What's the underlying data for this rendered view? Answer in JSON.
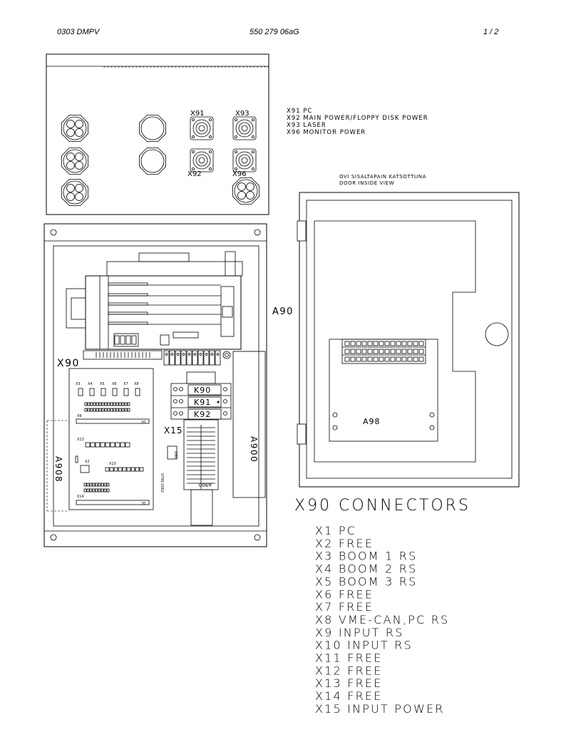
{
  "header": {
    "left": "0303 DMPV",
    "center": "550 279 06aG",
    "right": "1 /  2"
  },
  "top_panel": {
    "x91_label": "X91",
    "x93_label": "X93",
    "x92_label": "X92",
    "x96_label": "X96",
    "legend": [
      "X91  PC",
      "X92  MAIN POWER/FLOPPY DISK POWER",
      "X93  LASER",
      "X96  MONITOR POWER"
    ]
  },
  "door": {
    "caption_fi": "OVI SISALTAPAIN KATSOTTUNA",
    "caption_en": "DOOR INSIDE VIEW",
    "a98_label": "A98"
  },
  "cabinet": {
    "x90_label": "X90",
    "a90_label": "A90",
    "a900_label": "A900",
    "a908_label": "A908",
    "x15_label": "X15",
    "k90_label": "K90",
    "k91_label": "K91",
    "k92_label": "K92",
    "board_labels": [
      "X3",
      "X4",
      "X5",
      "X6",
      "X7",
      "X8"
    ],
    "x9_label": "X9",
    "x13_label": "X13",
    "x2_label": "X2",
    "x10_label": "X10",
    "x14_label": "X14",
    "row20a": "20",
    "row20b": "20",
    "rail_text": "A900",
    "small_tag": "Q90",
    "small_serial": "0790.2062"
  },
  "connectors": {
    "title": "X90  CONNECTORS",
    "items": [
      "X1  PC",
      "X2  FREE",
      "X3  BOOM 1 RS",
      "X4  BOOM 2 RS",
      "X5  BOOM 3 RS",
      "X6  FREE",
      "X7  FREE",
      "X8  VME-CAN,PC RS",
      "X9  INPUT RS",
      "X10 INPUT RS",
      "X11 FREE",
      "X12 FREE",
      "X13 FREE",
      "X14 FREE",
      "X15 INPUT POWER"
    ]
  }
}
